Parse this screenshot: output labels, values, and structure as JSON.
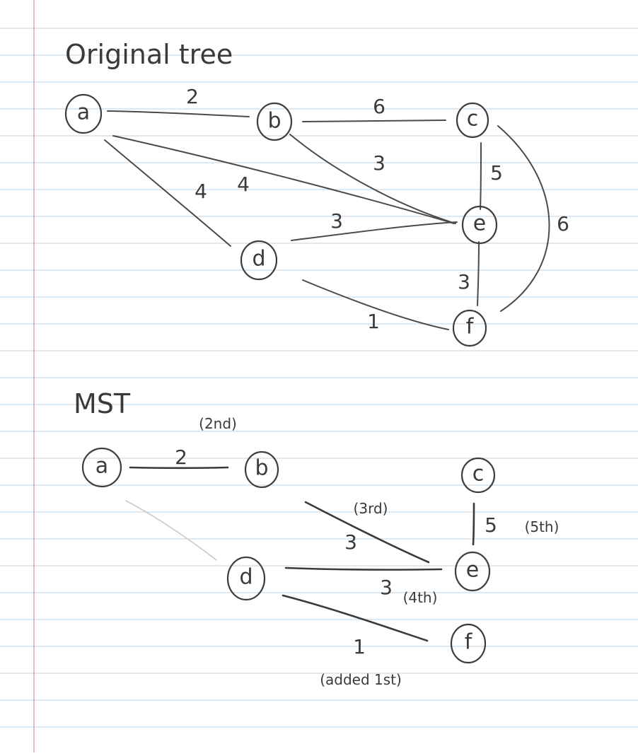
{
  "top": {
    "heading": "Original tree",
    "nodes": {
      "a": "a",
      "b": "b",
      "c": "c",
      "d": "d",
      "e": "e",
      "f": "f"
    },
    "weights": {
      "ab": "2",
      "bc": "6",
      "be": "3",
      "ad": "4",
      "ae": "4",
      "de": "3",
      "ce": "5",
      "cf": "6",
      "ef": "3",
      "df": "1"
    }
  },
  "mst": {
    "heading": "MST",
    "nodes": {
      "a": "a",
      "b": "b",
      "c": "c",
      "d": "d",
      "e": "e",
      "f": "f"
    },
    "weights": {
      "ab": "2",
      "be": "3",
      "de": "3",
      "ce": "5",
      "df": "1"
    },
    "notes": {
      "ab": "(2nd)",
      "be": "(3rd)",
      "de": "(4th)",
      "ce": "(5th)",
      "df": "(added 1st)"
    }
  }
}
